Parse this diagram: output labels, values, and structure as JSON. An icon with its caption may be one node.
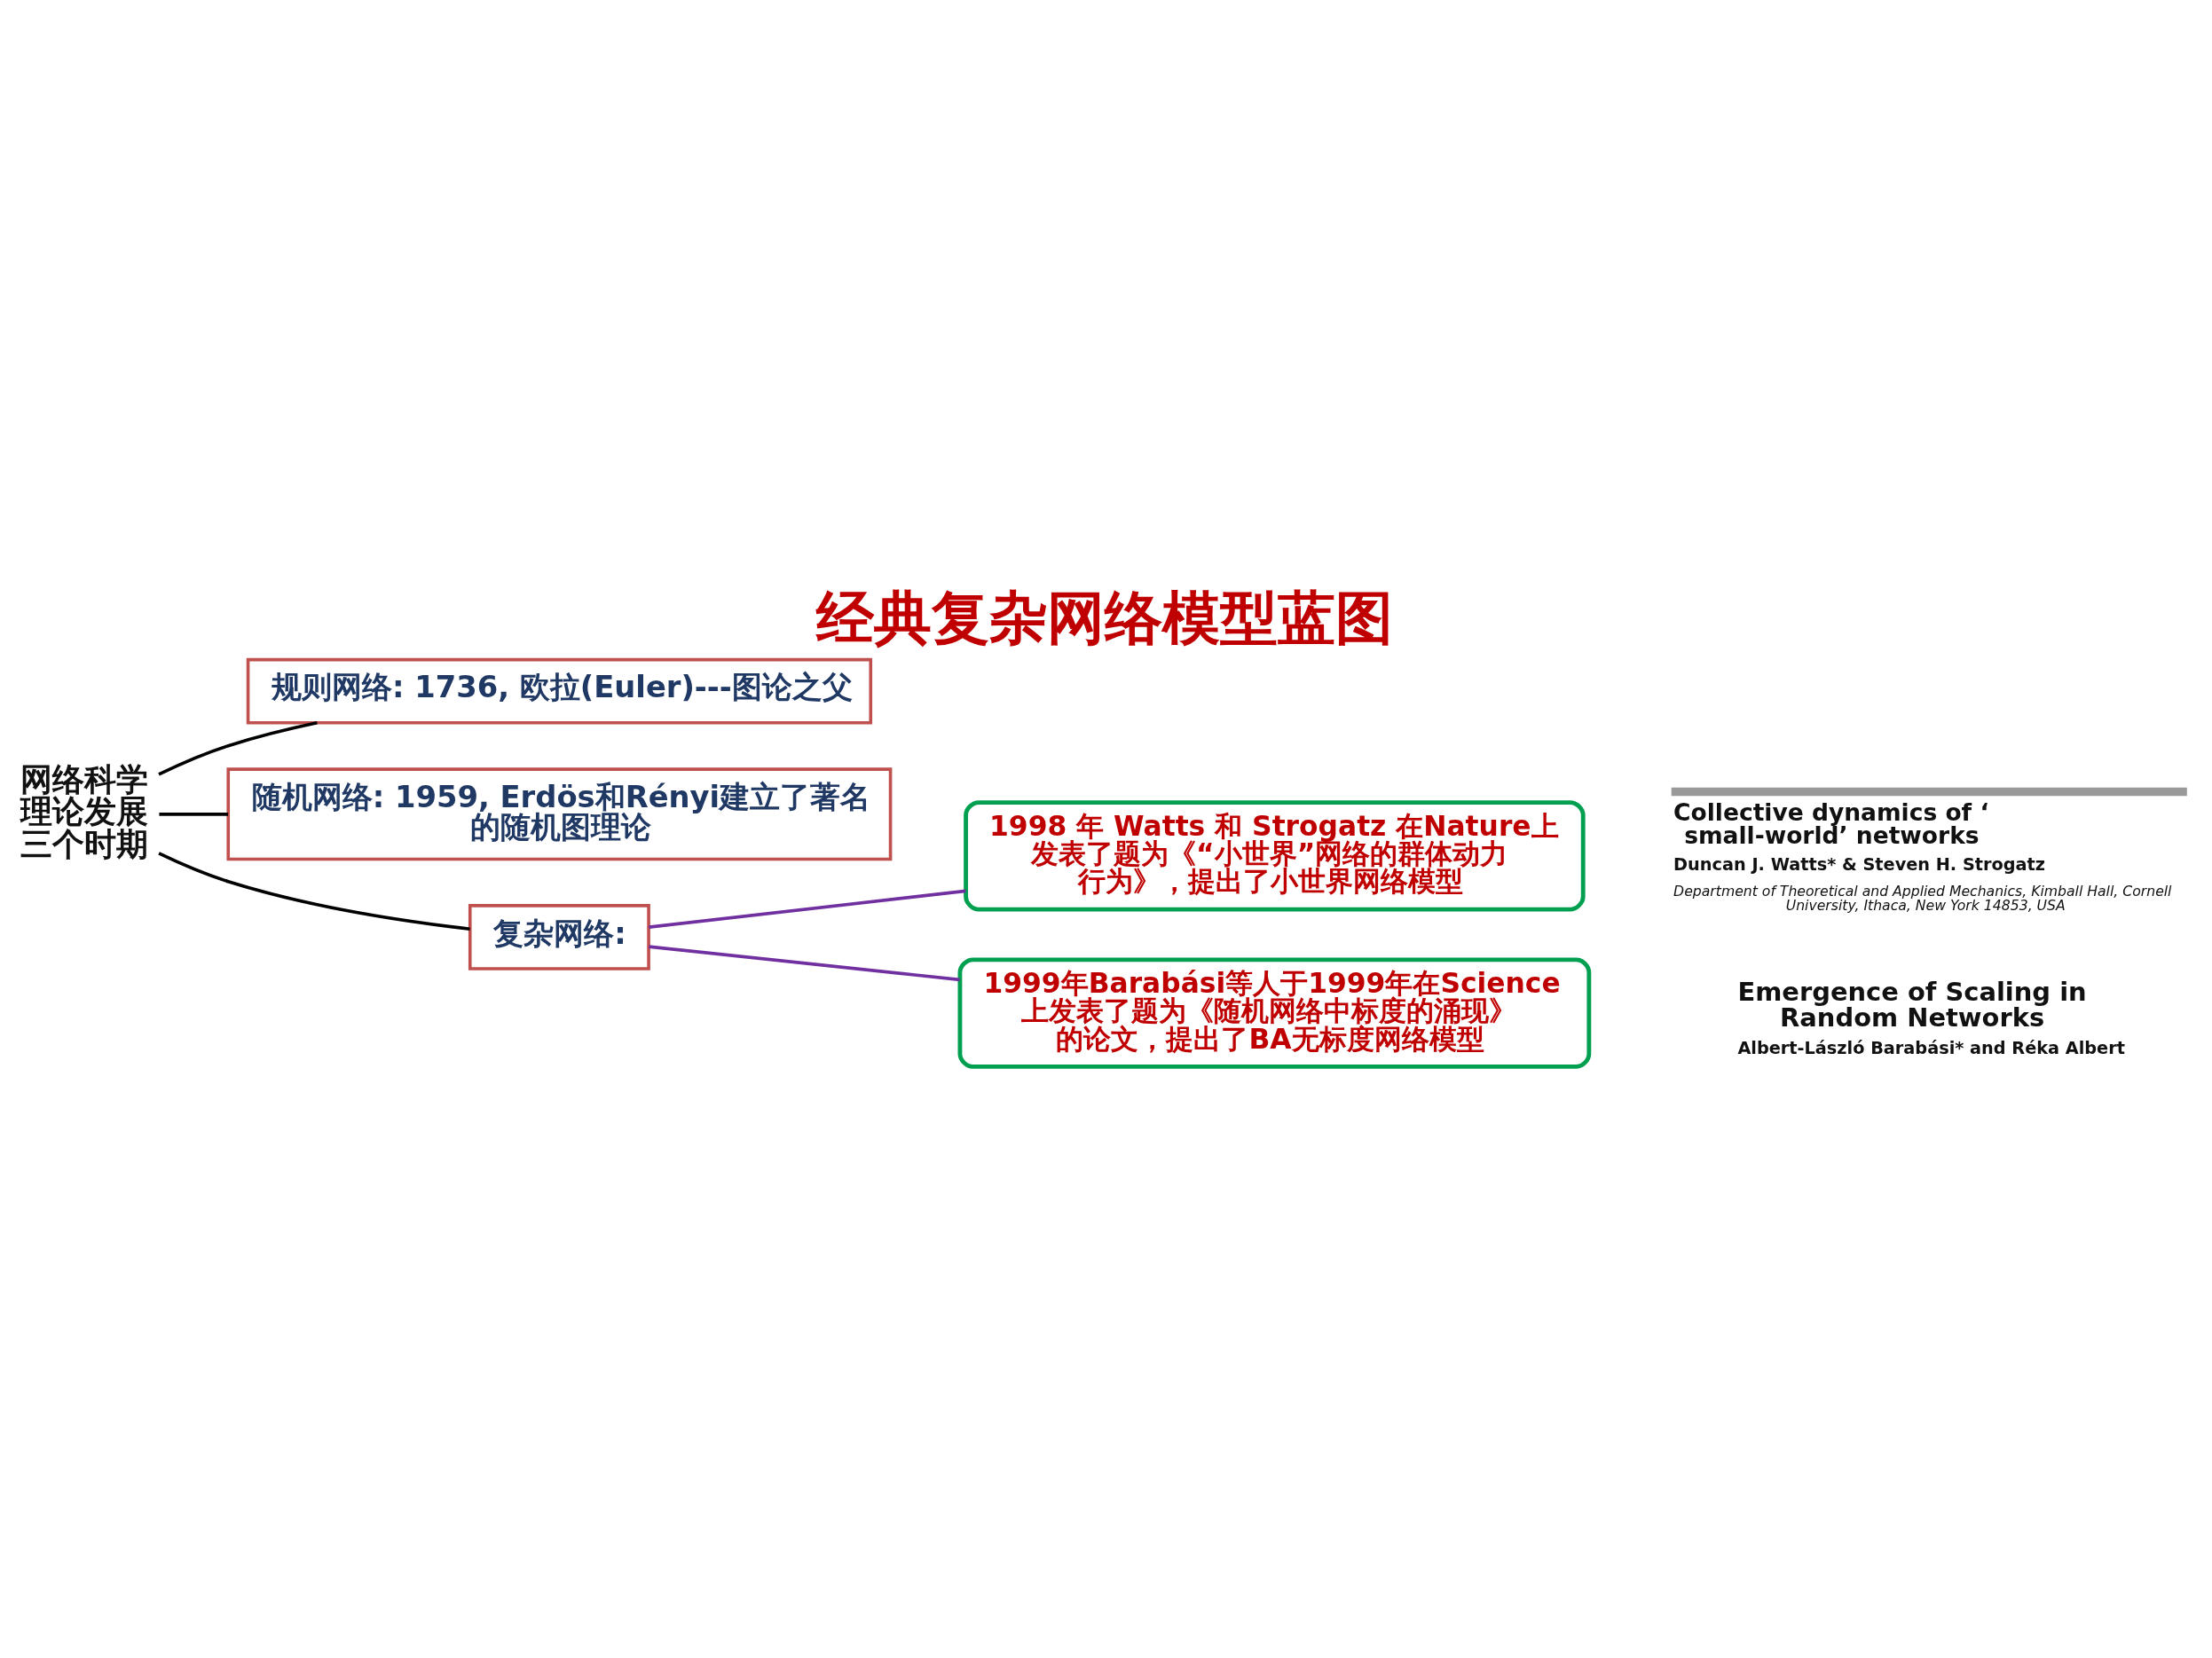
{
  "diagram": {
    "title": "经典复杂网络模型蓝图",
    "nodes": [
      {
        "text": [
          "网络科学理论发展三个时期"
        ]
      },
      {
        "text": [
          "规则网络: 1736, 欧拉(Euler)---图论之父"
        ]
      },
      {
        "text": [
          "随机网络: 1959, Erdös和Rényi建立了著名的随机图理论"
        ]
      },
      {
        "text": [
          "复杂网络:"
        ]
      },
      {
        "text": [
          "1998 年 Watts 和 Strogatz 在Nature上发表了题为《“小世界”网络的群体动力行为》，提出了小世界网络模型"
        ]
      },
      {
        "text": [
          "1999年Barabási等人于1999年在Science上发表了题为《随机网络中标度的涌现》的论文，提出了BA无标度网络模型"
        ]
      }
    ],
    "edges": [
      {
        "from": 0,
        "to": 1,
        "arrow": "none"
      },
      {
        "from": 0,
        "to": 2,
        "arrow": "none"
      },
      {
        "from": 0,
        "to": 3,
        "arrow": "none"
      },
      {
        "from": 3,
        "to": 4,
        "arrow": "none",
        "color": "#7030a0"
      },
      {
        "from": 3,
        "to": 5,
        "arrow": "none",
        "color": "#7030a0"
      }
    ],
    "labels": [
      "Collective dynamics of ‘small-world’ networks",
      "Duncan J. Watts* & Steven H. Strogatz",
      "Department of Theoretical and Applied Mechanics, Kimball Hall, Cornell University, Ithaca, New York 14853, USA",
      "Emergence of Scaling in Random Networks",
      "Albert-László Barabási* and Réka Albert"
    ]
  }
}
